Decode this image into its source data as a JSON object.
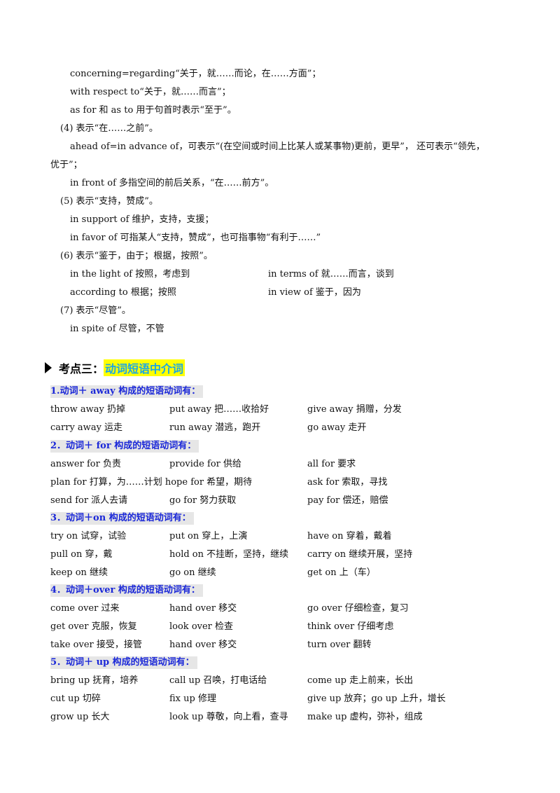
{
  "top": {
    "lines": [
      "concerning=regarding“关于，就……而论，在……方面”；",
      "with respect to“关于，就……而言”；",
      "as for 和 as to 用于句首时表示“至于”。",
      "(4)  表示“在……之前”。",
      "ahead of=in advance of，可表示“(在空间或时间上比某人或某事物)更前，更早”，  还可表示“领先，",
      "优于”；",
      "in front of  多指空间的前后关系，“在……前方”。",
      "(5)  表示“支持，赞成”。",
      "in support of  维护，支持，支援；",
      "in favor of  可指某人“支持，赞成”，也可指事物“有利于……”",
      "(6)  表示“鉴于，由于；根据，按照”。",
      "(7)  表示“尽管”。",
      "in spite of  尽管，不管"
    ],
    "pairs": [
      [
        "in the light of  按照，考虑到",
        "in terms of  就……而言，谈到"
      ],
      [
        "according to  根据；按照",
        "in view of  鉴于，因为"
      ]
    ]
  },
  "section": {
    "label": "考点三：",
    "highlight": "动词短语中介词"
  },
  "groups": [
    {
      "title": "1.动词＋   away 构成的短语动词有：",
      "rows": [
        [
          "throw away 扔掉",
          "put away 把……收拾好",
          "give away 捐赠，分发"
        ],
        [
          "carry away 运走",
          "run away 潜逃，跑开",
          "go away  走开"
        ]
      ]
    },
    {
      "title": "2．动词＋   for 构成的短语动词有：",
      "rows": [
        [
          "answer for 负责",
          "provide for 供给",
          "all for 要求"
        ],
        [
          "plan for 打算，为……计划 hope for 希望，期待",
          "",
          "ask for 索取，寻找"
        ],
        [
          "send for 派人去请",
          "go for 努力获取",
          "pay for 偿还，赔偿"
        ]
      ]
    },
    {
      "title": "3．动词＋on 构成的短语动词有：",
      "rows": [
        [
          "try on 试穿，试验",
          "put on 穿上，上演",
          "have on 穿着，戴着"
        ],
        [
          "pull on 穿，戴",
          "hold on 不挂断，坚持，继续",
          "carry on 继续开展，坚持"
        ],
        [
          "keep on 继续",
          "go on 继续",
          "get on 上（车）"
        ]
      ]
    },
    {
      "title": "4．动词＋over 构成的短语动词有：",
      "rows": [
        [
          "come over 过来",
          "hand over 移交",
          "go over 仔细检查，复习"
        ],
        [
          "get over 克服，恢复",
          "look over 检查",
          "think over 仔细考虑"
        ],
        [
          "take over 接受，接管",
          "hand over 移交",
          "turn over 翻转"
        ]
      ]
    },
    {
      "title": "5．动词＋   up 构成的短语动词有：",
      "rows": [
        [
          "bring up 抚育，培养",
          "call up 召唤，打电话给",
          "come up 走上前来，长出"
        ],
        [
          "cut up 切碎",
          "fix up 修理",
          "give up 放弃；go up 上升，增长"
        ],
        [
          "grow up  长大",
          "look up 尊敬，向上看，查寻",
          "make up 虚构，弥补，组成"
        ]
      ]
    }
  ]
}
